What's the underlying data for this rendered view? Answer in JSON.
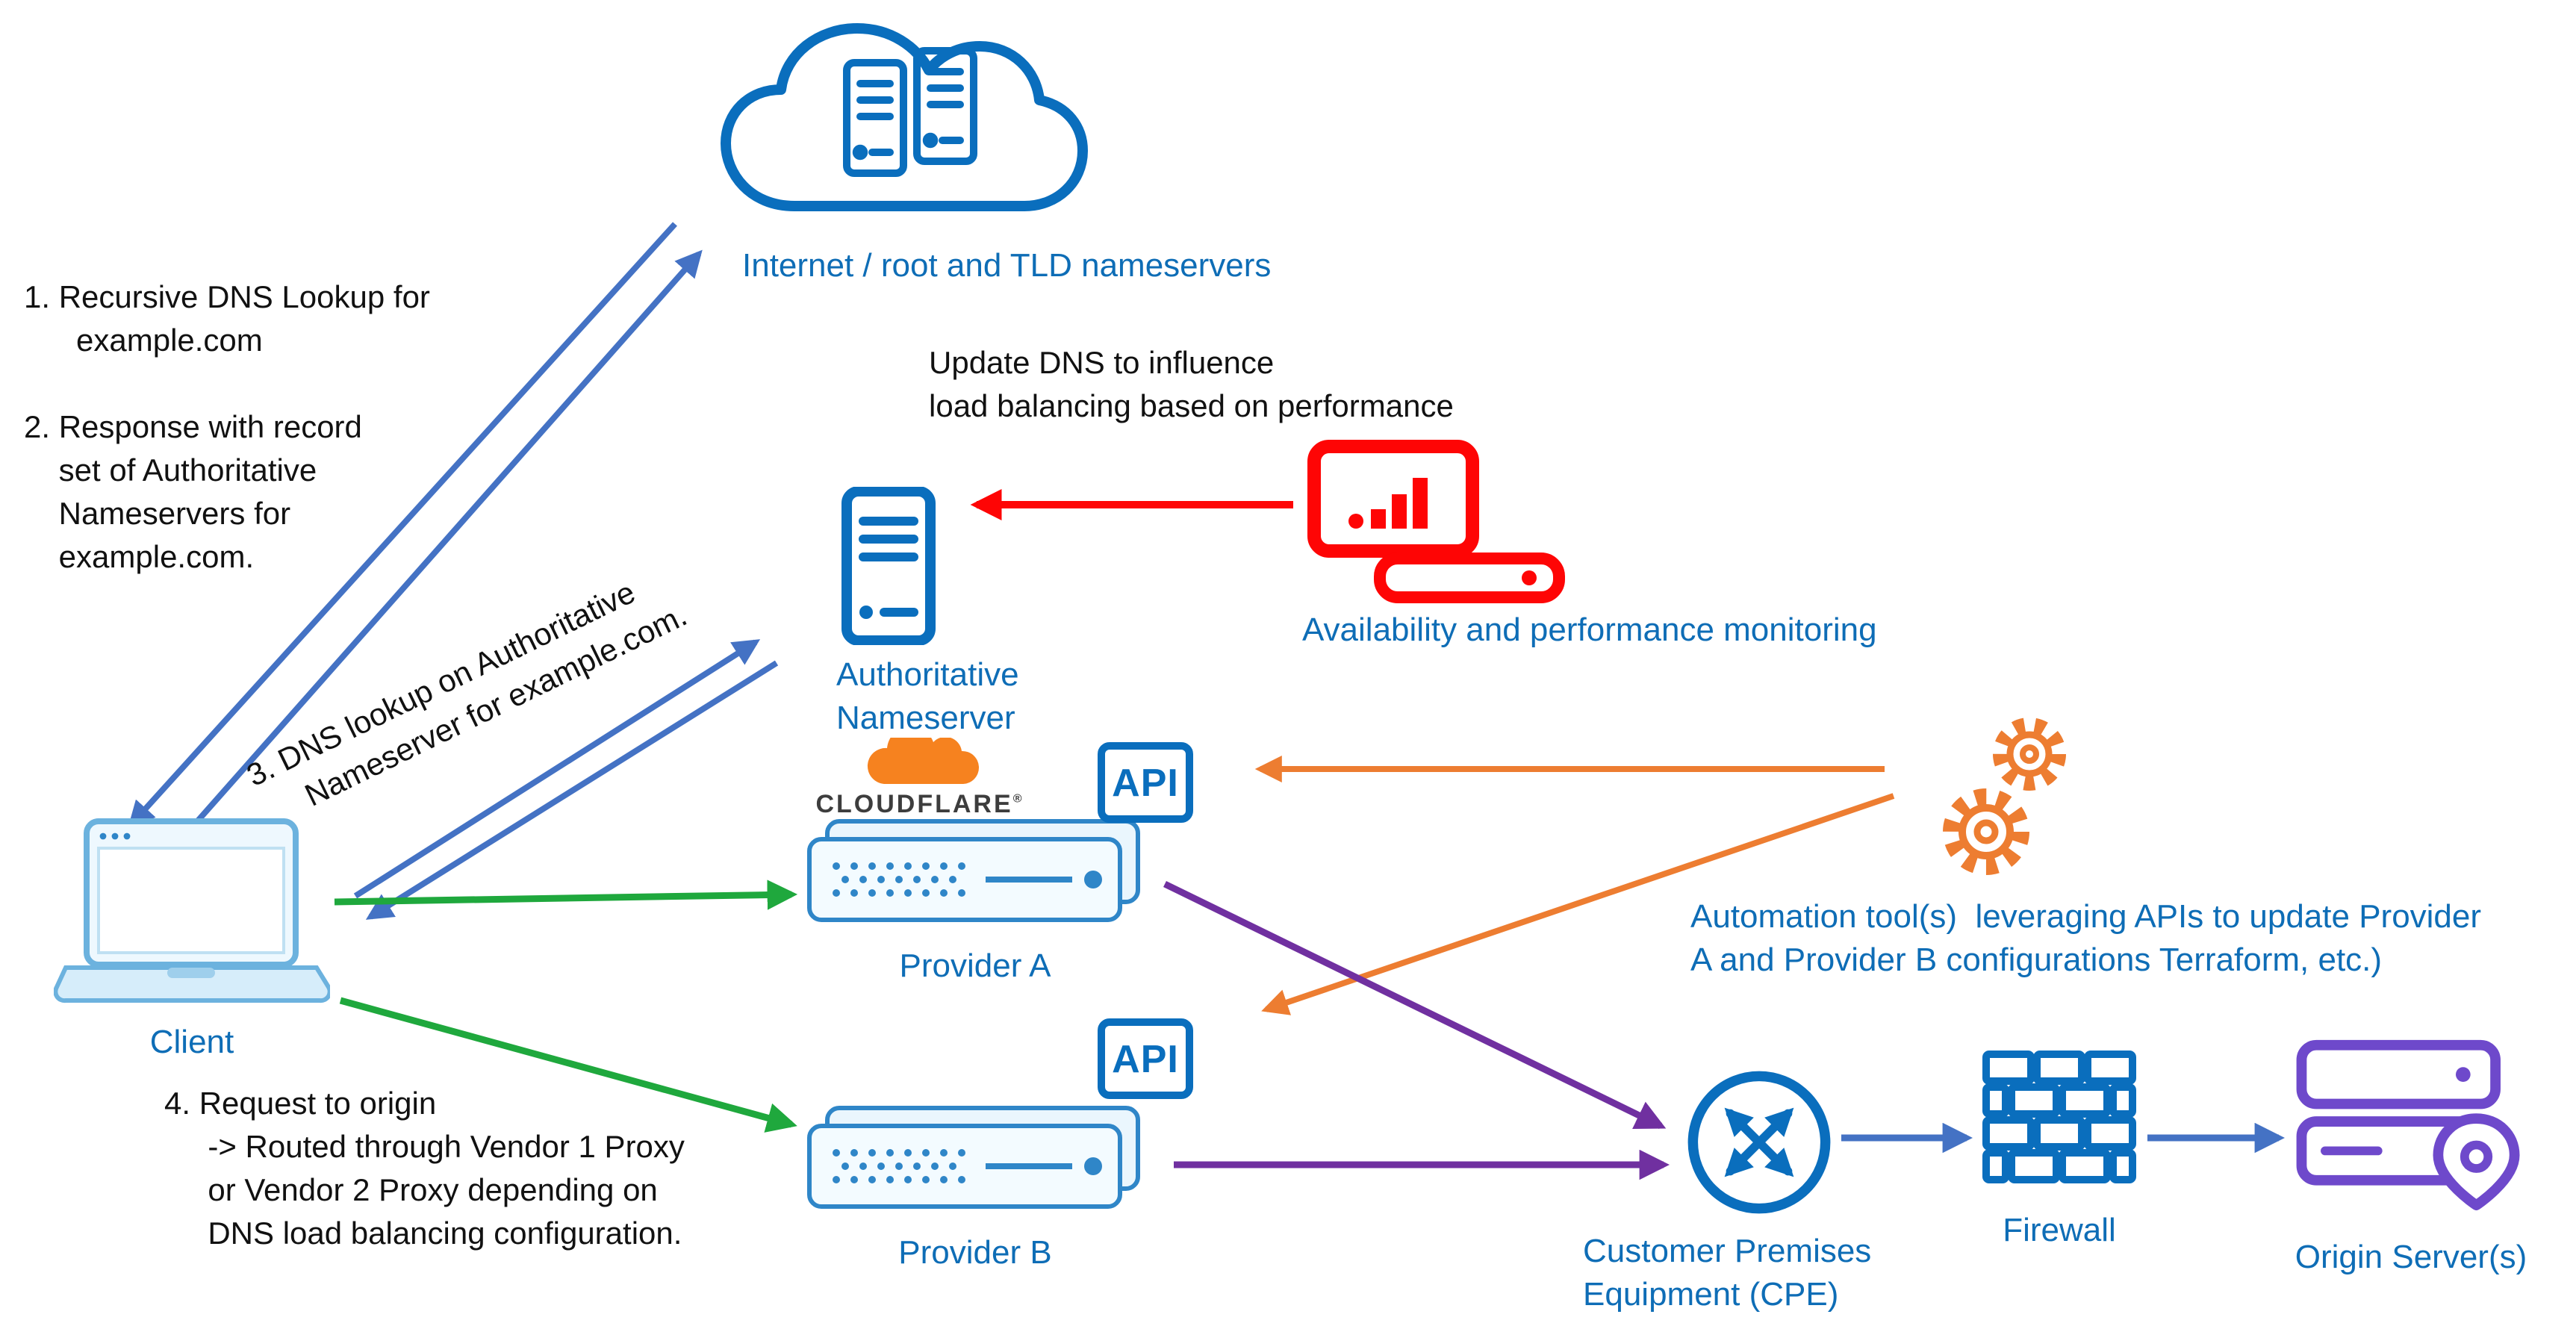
{
  "colors": {
    "icon_blue": "#0a6ebd",
    "label_blue": "#0e6db6",
    "arrow_blue": "#4472c4",
    "arrow_green": "#1fa83d",
    "arrow_red": "#fe0505",
    "arrow_orange": "#ed7d31",
    "arrow_purple": "#7030a0",
    "origin_purple": "#6e49cb",
    "cloudflare_orange": "#f6821f",
    "appliance_blue": "#2f86c8"
  },
  "nodes": {
    "internet": {
      "label": "Internet / root and TLD nameservers"
    },
    "client": {
      "label": "Client"
    },
    "auth_ns": {
      "label": "Authoritative\nNameserver"
    },
    "monitoring": {
      "label": "Availability and performance monitoring"
    },
    "provider_a": {
      "label": "Provider A",
      "api": "API",
      "logo": "CLOUDFLARE",
      "logo_mark": "®"
    },
    "provider_b": {
      "label": "Provider B",
      "api": "API"
    },
    "automation": {
      "label": "Automation tool(s)  leveraging APIs to update Provider\nA and Provider B configurations Terraform, etc.)"
    },
    "cpe": {
      "label": "Customer Premises\nEquipment (CPE)"
    },
    "firewall": {
      "label": "Firewall"
    },
    "origin": {
      "label": "Origin Server(s)"
    }
  },
  "annotations": {
    "steps_1_2": "1. Recursive DNS Lookup for\n      example.com\n\n2. Response with record\n    set of Authoritative\n    Nameservers for\n    example.com.",
    "step_3": "3. DNS lookup on Authoritative\n     Nameserver for example.com.",
    "update_dns": "Update DNS to influence\nload balancing based on performance",
    "step_4": "4. Request to origin\n     -> Routed through Vendor 1 Proxy\n     or Vendor 2 Proxy depending on\n     DNS load balancing configuration."
  }
}
